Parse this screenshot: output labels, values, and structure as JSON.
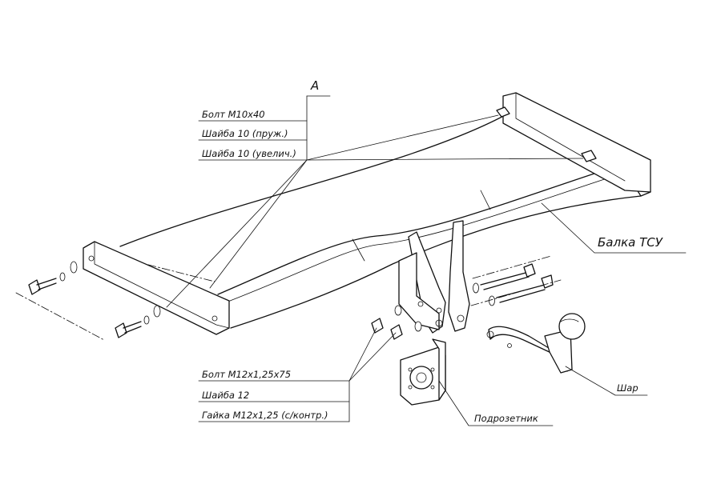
{
  "view_letter": "A",
  "callouts": {
    "top_group": [
      "Болт М10х40",
      "Шайба 10 (пруж.)",
      "Шайба 10 (увелич.)"
    ],
    "bottom_group": [
      "Болт М12х1,25х75",
      "Шайба 12",
      "Гайка М12х1,25 (с/контр.)"
    ],
    "beam": "Балка ТСУ",
    "ball": "Шар",
    "socket_bracket": "Подрозетник"
  },
  "colors": {
    "line": "#111111",
    "background": "#ffffff"
  }
}
